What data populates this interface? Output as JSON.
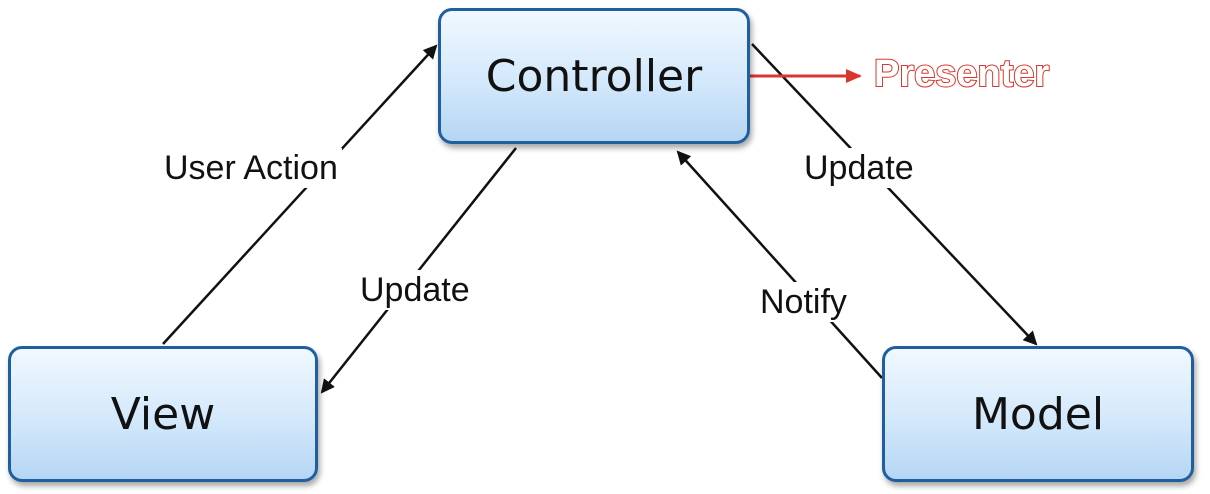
{
  "nodes": {
    "controller": "Controller",
    "view": "View",
    "model": "Model"
  },
  "edges": {
    "user_action": "User Action",
    "update_view": "Update",
    "update_model": "Update",
    "notify": "Notify"
  },
  "annotation": {
    "presenter": "Presenter"
  },
  "colors": {
    "box_border": "#1f5f9e",
    "box_fill_top": "#f1f8ff",
    "box_fill_bottom": "#b5d6f4",
    "arrow": "#111111",
    "annotation": "#d9362f"
  }
}
